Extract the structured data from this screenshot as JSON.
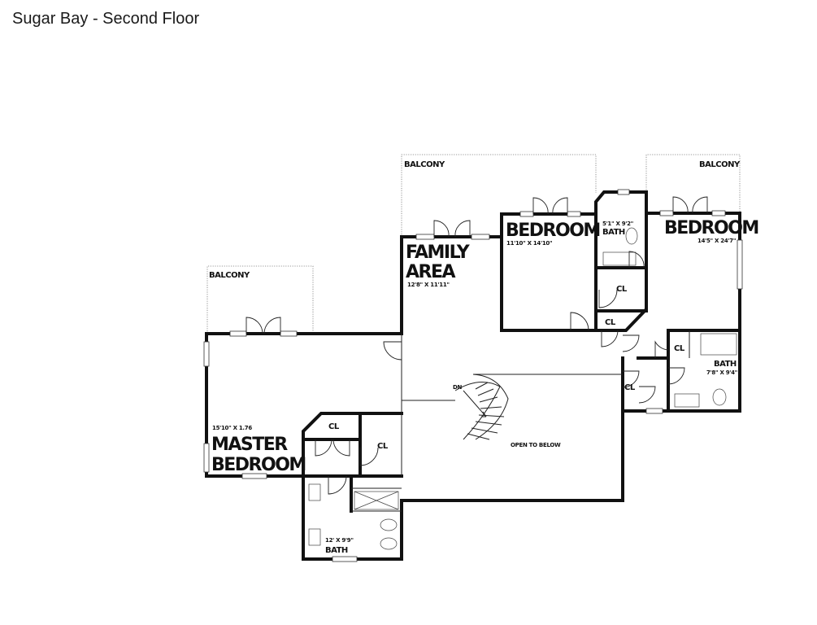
{
  "title": "Sugar Bay - Second Floor",
  "rooms": {
    "balcony_left": "BALCONY",
    "balcony_center": "BALCONY",
    "balcony_right": "BALCONY",
    "family_area_line1": "FAMILY",
    "family_area_line2": "AREA",
    "family_area_dim": "12'8\" X 11'11\"",
    "bedroom_center": "BEDROOM",
    "bedroom_center_dim": "11'10\" X 14'10\"",
    "bath_small": "BATH",
    "bath_small_dim": "5'1\" X 9'2\"",
    "bedroom_right": "BEDROOM",
    "bedroom_right_dim": "14'5\" X 24'7\"",
    "closet_label": "CL",
    "bath_right": "BATH",
    "bath_right_dim": "7'8\" X 9'4\"",
    "master_dim": "15'10\" X 1.76",
    "master_line1": "MASTER",
    "master_line2": "BEDROOM",
    "master_bath_dim": "12' X 9'9\"",
    "master_bath": "BATH",
    "stair_dn": "DN",
    "open_to_below": "OPEN TO BELOW"
  }
}
